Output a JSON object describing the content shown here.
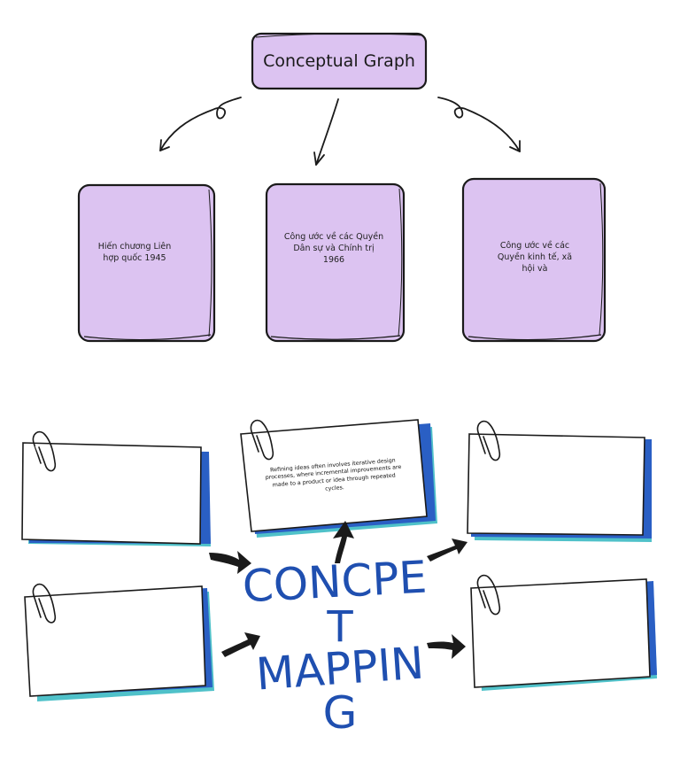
{
  "colors": {
    "box_fill": "#dcc3f1",
    "outline": "#1a1a1a",
    "card_shadow_blue": "#2a5fc4",
    "card_shadow_teal": "#4fc1c9",
    "concept_text": "#1f4fb0"
  },
  "graph": {
    "title": "Conceptual Graph",
    "boxes": [
      {
        "text": "Hiến chương Liên hợp quốc 1945"
      },
      {
        "text": "Công ước về các Quyền Dân sự và Chính trị 1966"
      },
      {
        "text": "Công ước về các Quyền kinh tế, xã hội và"
      }
    ]
  },
  "map": {
    "center_lines": [
      "CONCPE",
      "T",
      "MAPPIN",
      "G"
    ],
    "top_card_note": "Refining ideas often involves iterative design processes, where incremental improvements are made to a product or idea through repeated cycles.",
    "icons": [
      "paperclip-icon",
      "curved-arrow-icon",
      "brush-arrow-icon"
    ]
  }
}
